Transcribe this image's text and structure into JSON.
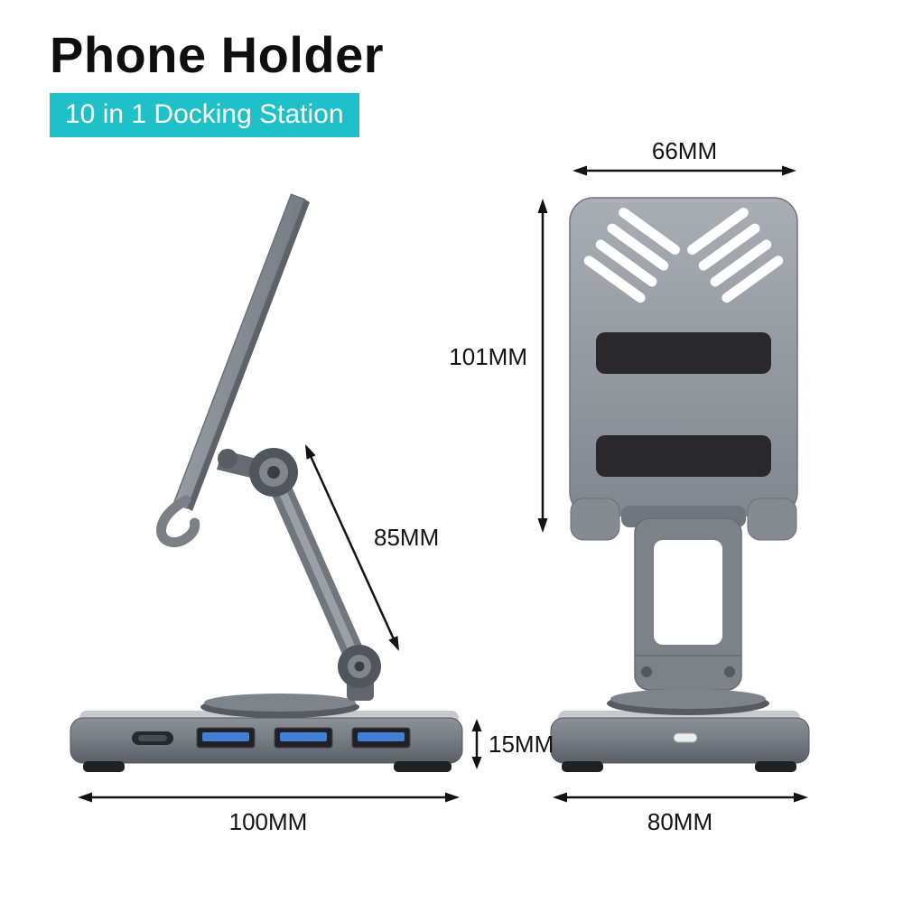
{
  "header": {
    "title": "Phone Holder",
    "badge": "10 in 1 Docking Station"
  },
  "dimensions": {
    "front_top_width": "66MM",
    "front_plate_height": "101MM",
    "side_arm_length": "85MM",
    "side_base_height": "15MM",
    "side_base_width": "100MM",
    "front_base_width": "80MM"
  },
  "colors": {
    "badge_bg": "#1fc0c7",
    "badge_text": "#ffffff",
    "title_text": "#0f0f10",
    "dimension_text": "#131313",
    "metal_light": "#c6cacd",
    "metal_mid": "#868c92",
    "metal_dark": "#5a5f65",
    "rubber_pad": "#29292b",
    "usb_blue": "#3f80d6"
  }
}
